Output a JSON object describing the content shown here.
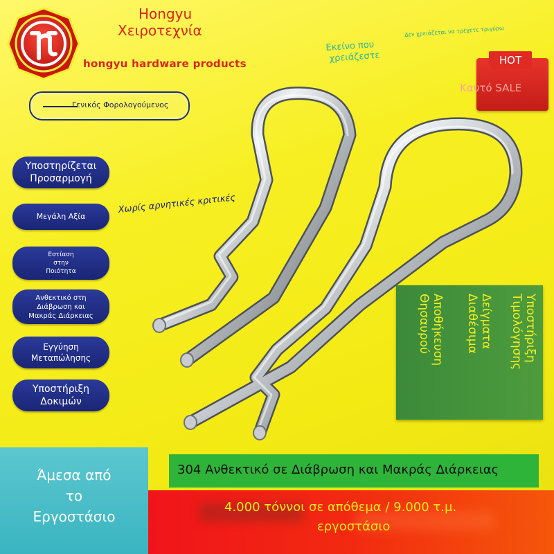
{
  "brand": {
    "name_line1": "Hongyu",
    "name_line2": "Χειροτεχνία",
    "name_line3": "hongyu   hardware  products",
    "logo_icon": "hy-emblem-icon"
  },
  "taglines": {
    "need_line1": "Εκείνο που",
    "need_line2": "χρειάζεστε",
    "no_run": "Δεν χρειάζεται να τρέχετε τριγύρω",
    "no_negative": "Χωρίς αρνητικές κριτικές"
  },
  "hot": {
    "tag": "HOT",
    "sale": "Καυτό SALE"
  },
  "taxpayer": {
    "label": "Γενικός Φορολογούμενος"
  },
  "features": [
    {
      "lines": [
        "Υποστηρίζεται",
        "Προσαρμογή"
      ]
    },
    {
      "lines": [
        "Μεγάλη Αξία"
      ]
    },
    {
      "lines": [
        "Εστίαση",
        "στην",
        "Ποιότητα"
      ]
    },
    {
      "lines": [
        "Ανθεκτικό στη",
        "Διάβρωση και",
        "Μακράς Διάρκειας"
      ]
    },
    {
      "lines": [
        "Εγγύηση",
        "Μεταπώλησης"
      ]
    },
    {
      "lines": [
        "Υποστήριξη",
        "Δοκιμών"
      ]
    }
  ],
  "green_box": {
    "col1": [
      "Υποστήριξη",
      "Τιμολόγησης"
    ],
    "col2": [
      "Δείγματα",
      "Διαθέσιμα"
    ],
    "col3": [
      "Αποθήκευση",
      "Θησαυρού"
    ]
  },
  "bottom": {
    "green_band": "304 Ανθεκτικό σε Διάβρωση και Μακράς Διάρκειας",
    "red_line1": "4.000 τόννοι σε απόθεμα / 9.000 τ.μ.",
    "red_line2": "εργοστάσιο",
    "factory_lines": [
      "Άμεσα από",
      "το",
      "Εργοστάσιο"
    ]
  },
  "colors": {
    "background": "#f5ee1c",
    "brand_red": "#d9241c",
    "pill_blue": "#1f2b85",
    "teal": "#3ab4c1",
    "band_green": "#2fb43a",
    "band_red": "#f0141a"
  },
  "product": {
    "image": "stainless-steel-r-clip-pins"
  }
}
